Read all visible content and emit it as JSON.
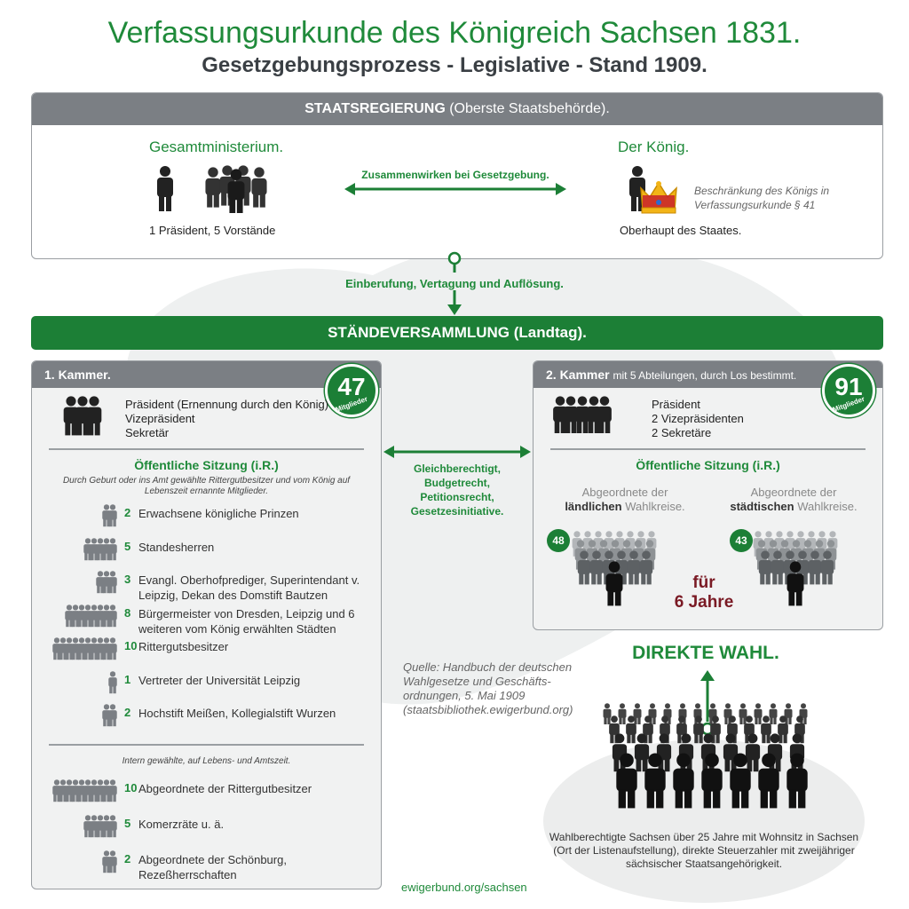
{
  "header": {
    "title": "Verfassungsurkunde des Königreich Sachsen 1831.",
    "subtitle": "Gesetzgebungsprozess - Legislative - Stand 1909."
  },
  "staatsregierung": {
    "heading": "STAATSREGIERUNG",
    "heading_sub": "(Oberste Staatsbehörde).",
    "ministerium_title": "Gesamtministerium.",
    "ministerium_caption": "1 Präsident, 5 Vorstände",
    "cooperation": "Zusammenwirken bei Gesetzgebung.",
    "koenig_title": "Der König.",
    "koenig_note": "Beschränkung des Königs in Verfassungsurkunde § 41",
    "koenig_caption": "Oberhaupt des Staates."
  },
  "connector": {
    "label": "Einberufung, Vertagung und Auflösung."
  },
  "staendeversammlung": {
    "heading": "STÄNDEVERSAMMLUNG (Landtag)."
  },
  "kammer1": {
    "heading": "1. Kammer.",
    "badge_number": "47",
    "badge_label": "Mitglieder",
    "leaders": [
      "Präsident (Ernennung durch den König)",
      "Vizepräsident",
      "Sekretär"
    ],
    "session": "Öffentliche Sitzung (i.R.)",
    "session_note": "Durch Geburt oder ins Amt gewählte Rittergutbesitzer und vom König auf Lebenszeit ernannte Mitglieder.",
    "members": [
      {
        "count": "2",
        "text": "Erwachsene königliche Prinzen",
        "icons": 2
      },
      {
        "count": "5",
        "text": "Standesherren",
        "icons": 5
      },
      {
        "count": "3",
        "text": "Evangl. Oberhofprediger, Superintendant v. Leipzig, Dekan des Domstift Bautzen",
        "icons": 3
      },
      {
        "count": "8",
        "text": "Bürgermeister von Dresden, Leipzig und 6 weiteren vom König erwählten Städten",
        "icons": 8
      },
      {
        "count": "10",
        "text": "Rittergutsbesitzer",
        "icons": 10
      },
      {
        "count": "1",
        "text": "Vertreter der Universität Leipzig",
        "icons": 1
      },
      {
        "count": "2",
        "text": "Hochstift Meißen, Kollegialstift Wurzen",
        "icons": 2
      }
    ],
    "intern_note": "Intern gewählte, auf Lebens- und Amtszeit.",
    "intern_members": [
      {
        "count": "10",
        "text": "Abgeordnete der Rittergutbesitzer",
        "icons": 10
      },
      {
        "count": "5",
        "text": "Komerzräte u. ä.",
        "icons": 5
      },
      {
        "count": "2",
        "text": "Abgeordnete der Schönburg, Rezeßherrschaften",
        "icons": 2
      }
    ]
  },
  "rights": {
    "lines": [
      "Gleichberechtigt,",
      "Budgetrecht,",
      "Petitionsrecht,",
      "Gesetzesinitiative."
    ]
  },
  "kammer2": {
    "heading": "2. Kammer",
    "heading_sub": "mit 5 Abteilungen, durch Los bestimmt.",
    "badge_number": "91",
    "badge_label": "Mitglieder",
    "leaders": [
      "Präsident",
      "2 Vizepräsidenten",
      "2 Sekretäre"
    ],
    "session": "Öffentliche Sitzung (i.R.)",
    "rural_pre": "Abgeordnete der",
    "rural_bold": "ländlichen",
    "rural_post": "Wahlkreise.",
    "urban_pre": "Abgeordnete der",
    "urban_bold": "städtischen",
    "urban_post": "Wahlkreise.",
    "rural_count": "48",
    "urban_count": "43",
    "term_line1": "für",
    "term_line2": "6 Jahre"
  },
  "source": {
    "lines": [
      "Quelle: Handbuch der deutschen",
      "Wahlgesetze und Geschäfts-",
      "ordnungen, 5. Mai 1909",
      "(staatsbibliothek.ewigerbund.org)"
    ]
  },
  "direct": {
    "heading": "DIREKTE WAHL.",
    "caption": "Wahlberechtigte Sachsen über 25 Jahre mit Wohnsitz in Sachsen (Ort der Listenaufstellung), direkte Steuerzahler mit zweijähriger sächsischer Staatsangehörigkeit."
  },
  "footer": {
    "link": "ewigerbund.org/sachsen"
  },
  "colors": {
    "green": "#1c7f36",
    "header_grey": "#7b7f84",
    "term_red": "#7a1a24"
  },
  "icons": [
    "person-icon",
    "crowd-icon",
    "crown-icon",
    "arrow-icon",
    "map-icon"
  ]
}
